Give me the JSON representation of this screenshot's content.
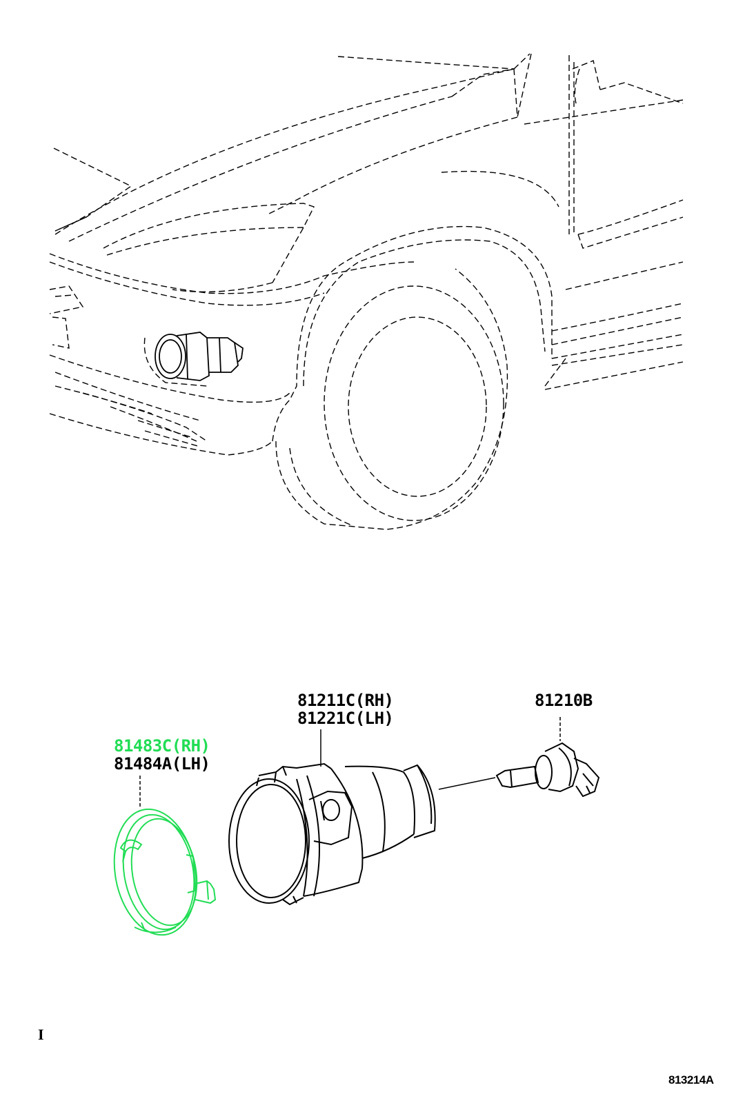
{
  "labels": {
    "lens_rh": "81483C(RH)",
    "lens_lh": "81484A(LH)",
    "unit_rh": "81211C(RH)",
    "unit_lh": "81221C(LH)",
    "bulb": "81210B"
  },
  "section_mark": "I",
  "figure_id": "813214A",
  "colors": {
    "highlight": "#22dd55",
    "line": "#000000"
  }
}
